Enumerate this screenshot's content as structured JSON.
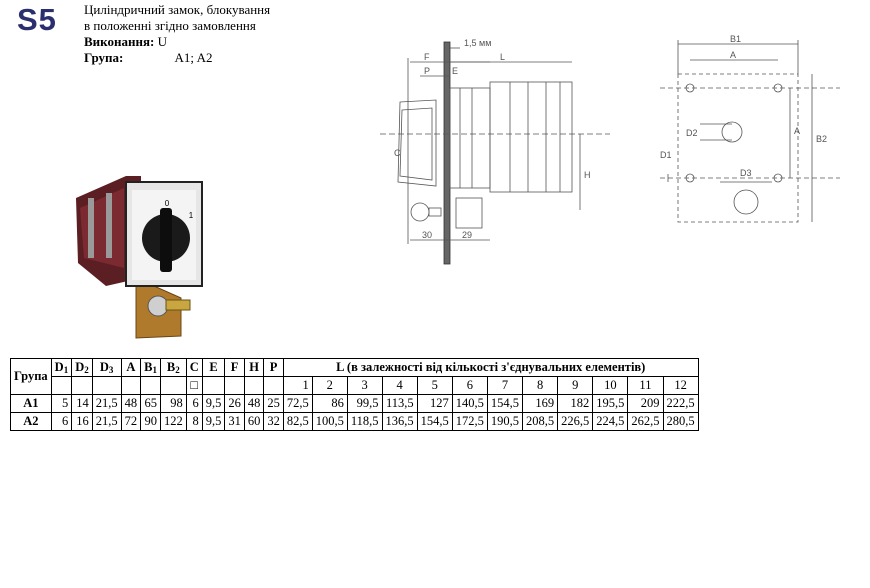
{
  "header": {
    "code": "S5",
    "line1": "Циліндричний замок, блокування",
    "line2": "в положенні згідно замовлення",
    "exec_label": "Виконання:",
    "exec_value": "U",
    "group_label": "Група:",
    "group_value": "A1; A2"
  },
  "switch_labels": {
    "pos0": "0",
    "pos1": "1"
  },
  "side_drawing": {
    "dim_15": "1,5 мм",
    "F": "F",
    "L": "L",
    "P": "P",
    "E": "E",
    "C": "C",
    "H": "H",
    "d30": "30",
    "d29": "29"
  },
  "front_drawing": {
    "B1": "B1",
    "A_top": "A",
    "A_side": "A",
    "B2": "B2",
    "D1": "D1",
    "D2": "D2",
    "D3": "D3"
  },
  "table": {
    "group_header": "Група",
    "columns": [
      {
        "base": "D",
        "sub": "1"
      },
      {
        "base": "D",
        "sub": "2"
      },
      {
        "base": "D",
        "sub": "3"
      },
      {
        "base": "A",
        "sub": ""
      },
      {
        "base": "B",
        "sub": "1"
      },
      {
        "base": "B",
        "sub": "2"
      },
      {
        "base": "C",
        "sub": ""
      },
      {
        "base": "E",
        "sub": ""
      },
      {
        "base": "F",
        "sub": ""
      },
      {
        "base": "H",
        "sub": ""
      },
      {
        "base": "P",
        "sub": ""
      }
    ],
    "c_symbol": "□",
    "L_header": "L (в залежності від кількості з'єднувальних елементів)",
    "L_numbers": [
      "1",
      "2",
      "3",
      "4",
      "5",
      "6",
      "7",
      "8",
      "9",
      "10",
      "11",
      "12"
    ],
    "rows": [
      {
        "group": "A1",
        "vals": [
          "5",
          "14",
          "21,5",
          "48",
          "65",
          "98",
          "6",
          "9,5",
          "26",
          "48",
          "25"
        ],
        "L": [
          "72,5",
          "86",
          "99,5",
          "113,5",
          "127",
          "140,5",
          "154,5",
          "169",
          "182",
          "195,5",
          "209",
          "222,5"
        ]
      },
      {
        "group": "A2",
        "vals": [
          "6",
          "16",
          "21,5",
          "72",
          "90",
          "122",
          "8",
          "9,5",
          "31",
          "60",
          "32"
        ],
        "L": [
          "82,5",
          "100,5",
          "118,5",
          "136,5",
          "154,5",
          "172,5",
          "190,5",
          "208,5",
          "226,5",
          "224,5",
          "262,5",
          "280,5"
        ]
      }
    ]
  }
}
